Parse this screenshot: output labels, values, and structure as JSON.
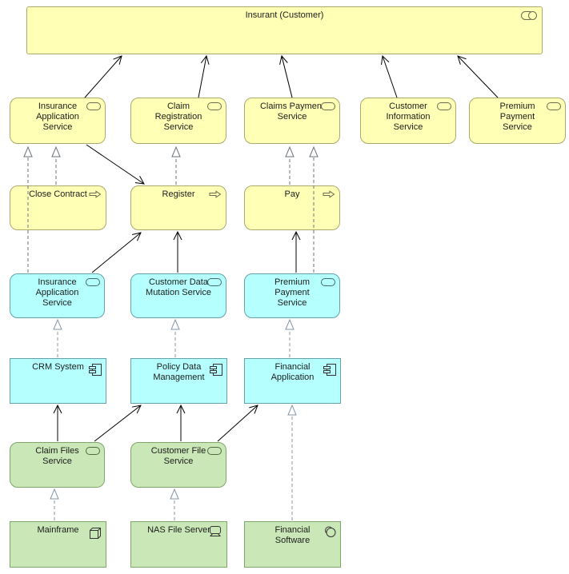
{
  "diagram": {
    "kind": "archimate-layered-view",
    "background": "#ffffff"
  },
  "colors": {
    "business_fill": "#FFFFB5",
    "business_border": "#A9A96B",
    "application_fill": "#B5FFFF",
    "application_border": "#64A1A8",
    "technology_fill": "#C9E7B7",
    "technology_border": "#7FA569",
    "solid_relation": "#000000",
    "realization_relation_business": "#6E737A",
    "realization_relation_lower": "#8696A6"
  },
  "elements": {
    "insurant": {
      "label": "Insurant (Customer)",
      "type": "business-role"
    },
    "svc_insurance_application": {
      "label": "Insurance Application Service",
      "type": "business-service"
    },
    "svc_claim_registration": {
      "label": "Claim Registration Service",
      "type": "business-service"
    },
    "svc_claims_payment": {
      "label": "Claims Payment Service",
      "type": "business-service"
    },
    "svc_customer_information": {
      "label": "Customer Information Service",
      "type": "business-service"
    },
    "svc_premium_payment": {
      "label": "Premium Payment Service",
      "type": "business-service"
    },
    "proc_close_contract": {
      "label": "Close Contract",
      "type": "business-process"
    },
    "proc_register": {
      "label": "Register",
      "type": "business-process"
    },
    "proc_pay": {
      "label": "Pay",
      "type": "business-process"
    },
    "appsvc_insurance_application": {
      "label": "Insurance Application Service",
      "type": "application-service"
    },
    "appsvc_customer_data_mutation": {
      "label": "Customer Data Mutation Service",
      "type": "application-service"
    },
    "appsvc_premium_payment": {
      "label": "Premium Payment Service",
      "type": "application-service"
    },
    "comp_crm": {
      "label": "CRM System",
      "type": "application-component"
    },
    "comp_policy_data": {
      "label": "Policy Data Management",
      "type": "application-component"
    },
    "comp_financial": {
      "label": "Financial Application",
      "type": "application-component"
    },
    "techsvc_claim_files": {
      "label": "Claim Files Service",
      "type": "technology-service"
    },
    "techsvc_customer_file": {
      "label": "Customer File Service",
      "type": "technology-service"
    },
    "node_mainframe": {
      "label": "Mainframe",
      "type": "node"
    },
    "node_nas": {
      "label": "NAS File Server",
      "type": "device"
    },
    "node_financial_software": {
      "label": "Financial Software",
      "type": "system-software"
    }
  },
  "relationships": [
    {
      "type": "serving",
      "from": "svc_insurance_application",
      "to": "insurant"
    },
    {
      "type": "serving",
      "from": "svc_claim_registration",
      "to": "insurant"
    },
    {
      "type": "serving",
      "from": "svc_claims_payment",
      "to": "insurant"
    },
    {
      "type": "serving",
      "from": "svc_customer_information",
      "to": "insurant"
    },
    {
      "type": "serving",
      "from": "svc_premium_payment",
      "to": "insurant"
    },
    {
      "type": "serving",
      "from": "svc_insurance_application",
      "to": "proc_register"
    },
    {
      "type": "realization",
      "from": "proc_close_contract",
      "to": "svc_insurance_application"
    },
    {
      "type": "realization",
      "from": "appsvc_insurance_application",
      "to": "svc_insurance_application"
    },
    {
      "type": "realization",
      "from": "proc_register",
      "to": "svc_claim_registration"
    },
    {
      "type": "realization",
      "from": "proc_pay",
      "to": "svc_claims_payment"
    },
    {
      "type": "realization",
      "from": "appsvc_premium_payment",
      "to": "svc_claims_payment"
    },
    {
      "type": "serving",
      "from": "appsvc_insurance_application",
      "to": "proc_register"
    },
    {
      "type": "serving",
      "from": "appsvc_customer_data_mutation",
      "to": "proc_register"
    },
    {
      "type": "serving",
      "from": "appsvc_premium_payment",
      "to": "proc_pay"
    },
    {
      "type": "realization",
      "from": "comp_crm",
      "to": "appsvc_insurance_application"
    },
    {
      "type": "realization",
      "from": "comp_policy_data",
      "to": "appsvc_customer_data_mutation"
    },
    {
      "type": "realization",
      "from": "comp_financial",
      "to": "appsvc_premium_payment"
    },
    {
      "type": "serving",
      "from": "techsvc_claim_files",
      "to": "comp_crm"
    },
    {
      "type": "serving",
      "from": "techsvc_claim_files",
      "to": "comp_policy_data"
    },
    {
      "type": "serving",
      "from": "techsvc_customer_file",
      "to": "comp_policy_data"
    },
    {
      "type": "serving",
      "from": "techsvc_customer_file",
      "to": "comp_financial"
    },
    {
      "type": "realization",
      "from": "node_financial_software",
      "to": "comp_financial"
    },
    {
      "type": "realization",
      "from": "node_mainframe",
      "to": "techsvc_claim_files"
    },
    {
      "type": "realization",
      "from": "node_nas",
      "to": "techsvc_customer_file"
    }
  ]
}
